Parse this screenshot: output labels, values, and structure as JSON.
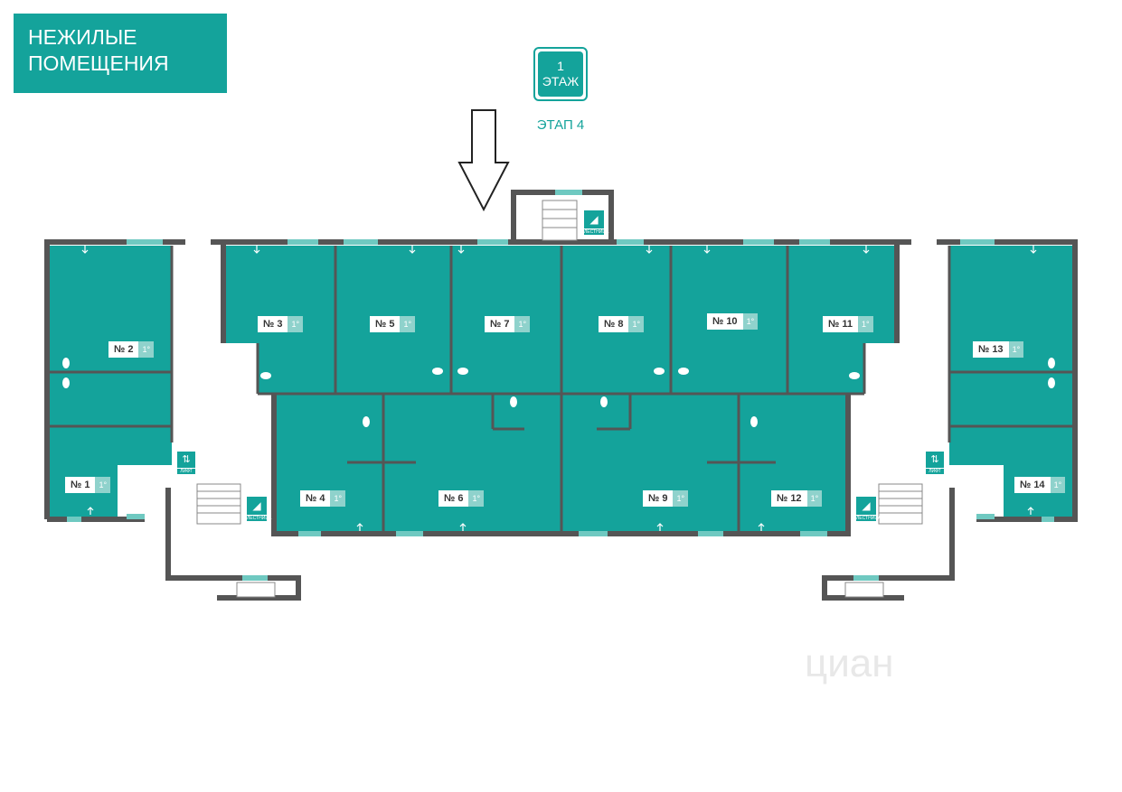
{
  "header": {
    "title_line1": "НЕЖИЛЫЕ",
    "title_line2": "ПОМЕЩЕНИЯ"
  },
  "floor": {
    "number": "1",
    "label": "ЭТАЖ"
  },
  "stage": "ЭТАП 4",
  "units": [
    {
      "label": "№ 1",
      "area": "1°"
    },
    {
      "label": "№ 2",
      "area": "1°"
    },
    {
      "label": "№ 3",
      "area": "1°"
    },
    {
      "label": "№ 4",
      "area": "1°"
    },
    {
      "label": "№ 5",
      "area": "1°"
    },
    {
      "label": "№ 6",
      "area": "1°"
    },
    {
      "label": "№ 7",
      "area": "1°"
    },
    {
      "label": "№ 8",
      "area": "1°"
    },
    {
      "label": "№ 9",
      "area": "1°"
    },
    {
      "label": "№ 10",
      "area": "1°"
    },
    {
      "label": "№ 11",
      "area": "1°"
    },
    {
      "label": "№ 12",
      "area": "1°"
    },
    {
      "label": "№ 13",
      "area": "1°"
    },
    {
      "label": "№ 14",
      "area": "1°"
    }
  ],
  "lift_label": "ЛИФТ",
  "stairs_label": "ЛЕСТНИЦА",
  "watermark": "циан",
  "colors": {
    "accent": "#14a39b",
    "wall": "#555555",
    "room": "#14a39b",
    "window": "#6fc9c1"
  },
  "icons": [
    "arrow-down-icon",
    "elevator-icon",
    "stairs-icon",
    "toilet-icon"
  ]
}
